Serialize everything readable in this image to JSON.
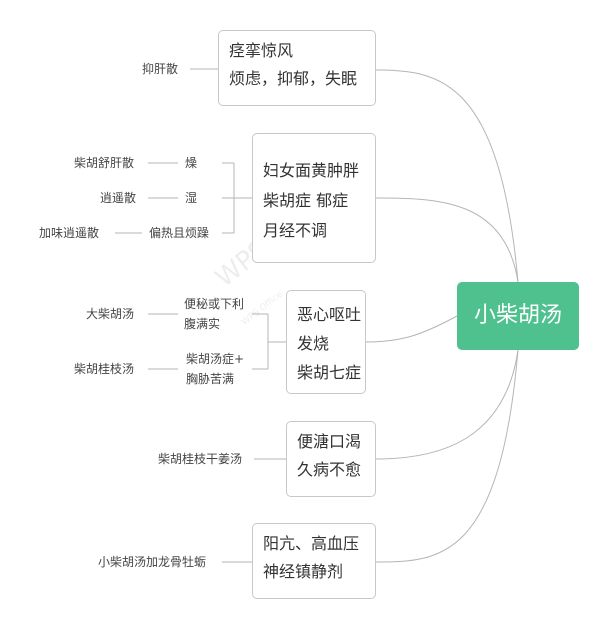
{
  "root": {
    "label": "小柴胡汤"
  },
  "branches": [
    {
      "lines": [
        "痉挛惊风",
        "烦虑，抑郁，失眠"
      ]
    },
    {
      "lines": [
        "妇女面黄肿胖",
        "柴胡症 郁症",
        "月经不调"
      ]
    },
    {
      "lines": [
        "恶心呕吐",
        "发烧",
        "柴胡七症"
      ]
    },
    {
      "lines": [
        "便溏口渴",
        "久病不愈"
      ]
    },
    {
      "lines": [
        "阳亢、高血压",
        "神经镇静剂"
      ]
    }
  ],
  "sub": {
    "b1": "抑肝散",
    "b2_cond": [
      "燥",
      "湿",
      "偏热且烦躁"
    ],
    "b2_form": [
      "柴胡舒肝散",
      "逍遥散",
      "加味逍遥散"
    ],
    "b3_cond": [
      [
        "便秘或下利",
        "腹满实"
      ],
      [
        "柴胡汤症+",
        "胸胁苦满"
      ]
    ],
    "b3_form": [
      "大柴胡汤",
      "柴胡桂枝汤"
    ],
    "b4": "柴胡桂枝干姜汤",
    "b5": "小柴胡汤加龙骨牡蛎"
  },
  "watermark": {
    "main": "WPS Mind",
    "sub": "WPS Office"
  }
}
